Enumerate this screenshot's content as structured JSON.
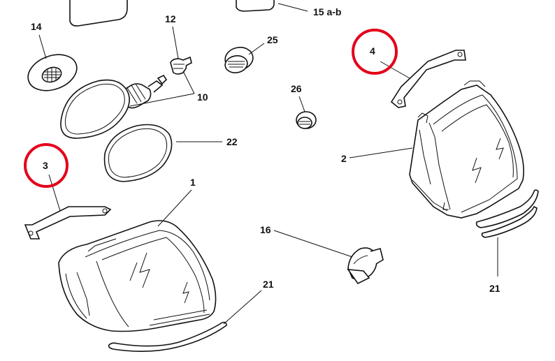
{
  "diagram": {
    "labels": {
      "p1": "1",
      "p2": "2",
      "p3": "3",
      "p4": "4",
      "p10": "10",
      "p12": "12",
      "p14": "14",
      "p15": "15 a-b",
      "p16": "16",
      "p21a": "21",
      "p21b": "21",
      "p22": "22",
      "p25": "25",
      "p26": "26"
    },
    "highlighted_parts": [
      "3",
      "4"
    ],
    "colors": {
      "line": "#111111",
      "highlight_circle": "#e3001b",
      "background": "#ffffff"
    }
  }
}
